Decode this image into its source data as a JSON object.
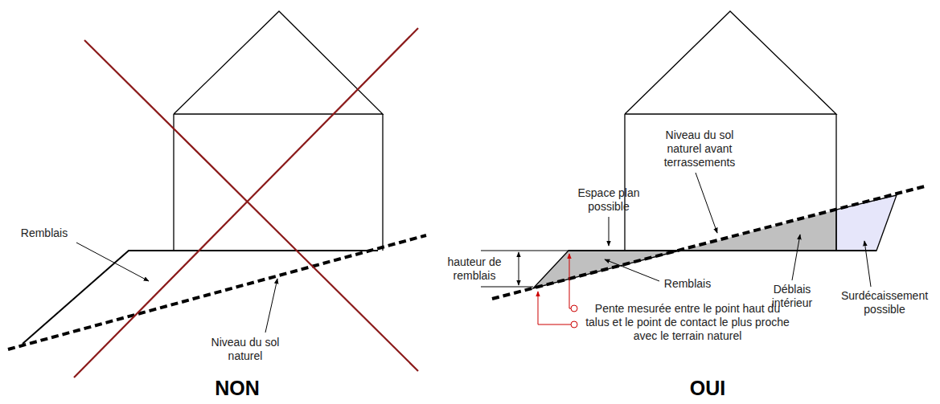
{
  "diagram": {
    "labels": [
      "Remblais",
      "Niveau du sol naturel",
      "NON",
      "Niveau du sol naturel avant terrassements",
      "Espace plan possible",
      "hauteur de remblais",
      "Remblais",
      "Déblais intérieur",
      "Surdécaissement possible",
      "Pente mesurée entre le point haut du talus et le point de contact le plus proche avec le terrain naturel",
      "OUI"
    ]
  }
}
